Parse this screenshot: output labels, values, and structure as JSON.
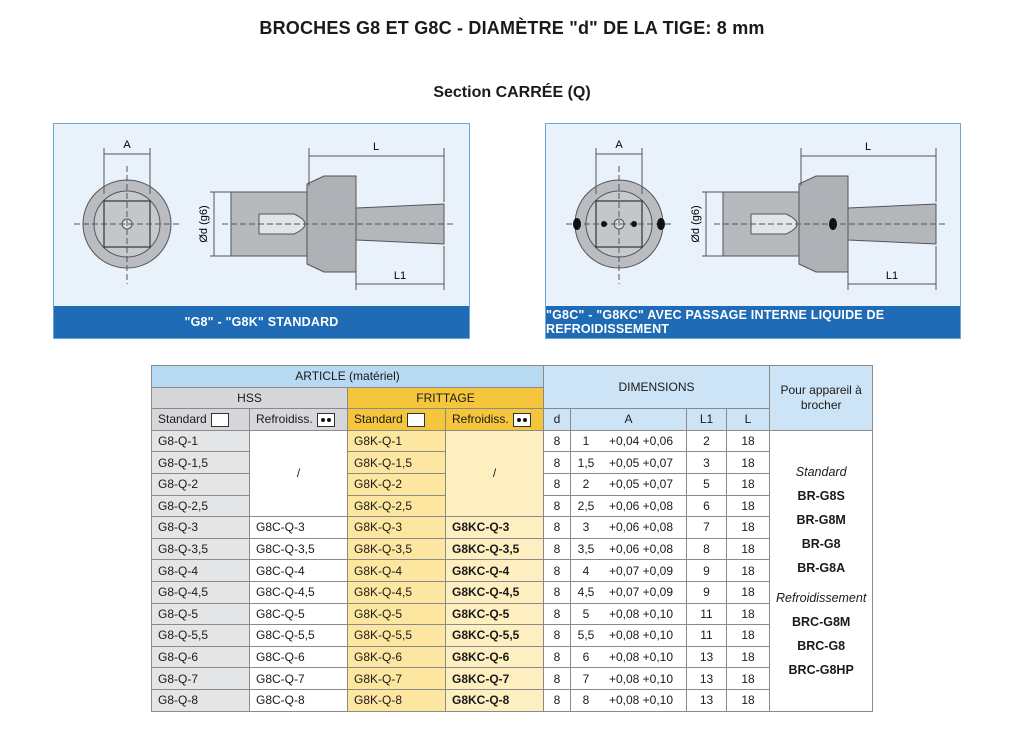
{
  "title": "BROCHES G8 ET G8C - DIAMÈTRE \"d\" DE LA TIGE: 8 mm",
  "subtitle": "Section CARRÉE (Q)",
  "panels": {
    "left": {
      "caption": "\"G8\" - \"G8K\" STANDARD",
      "dim_a": "A",
      "dim_l": "L",
      "dim_l1": "L1",
      "dim_d": "Ød (g6)"
    },
    "right": {
      "caption": "\"G8C\" - \"G8KC\" AVEC PASSAGE INTERNE LIQUIDE DE REFROIDISSEMENT",
      "dim_a": "A",
      "dim_l": "L",
      "dim_l1": "L1",
      "dim_d": "Ød (g6)"
    }
  },
  "table": {
    "header": {
      "article": "ARTICLE (matériel)",
      "hss": "HSS",
      "frittage": "FRITTAGE",
      "dimensions": "DIMENSIONS",
      "appareil": "Pour appareil à brocher",
      "standard": "Standard",
      "refroidiss": "Refroidiss.",
      "d": "d",
      "a": "A",
      "l1": "L1",
      "l": "L"
    },
    "slash": "/",
    "rows": [
      {
        "hss_std": "G8-Q-1",
        "hss_ref": "",
        "fr_std": "G8K-Q-1",
        "fr_ref": "",
        "d": "8",
        "a": "1",
        "tol": "+0,04 +0,06",
        "l1": "2",
        "l": "18"
      },
      {
        "hss_std": "G8-Q-1,5",
        "hss_ref": "",
        "fr_std": "G8K-Q-1,5",
        "fr_ref": "",
        "d": "8",
        "a": "1,5",
        "tol": "+0,05 +0,07",
        "l1": "3",
        "l": "18"
      },
      {
        "hss_std": "G8-Q-2",
        "hss_ref": "",
        "fr_std": "G8K-Q-2",
        "fr_ref": "",
        "d": "8",
        "a": "2",
        "tol": "+0,05 +0,07",
        "l1": "5",
        "l": "18"
      },
      {
        "hss_std": "G8-Q-2,5",
        "hss_ref": "",
        "fr_std": "G8K-Q-2,5",
        "fr_ref": "",
        "d": "8",
        "a": "2,5",
        "tol": "+0,06 +0,08",
        "l1": "6",
        "l": "18"
      },
      {
        "hss_std": "G8-Q-3",
        "hss_ref": "G8C-Q-3",
        "fr_std": "G8K-Q-3",
        "fr_ref": "G8KC-Q-3",
        "d": "8",
        "a": "3",
        "tol": "+0,06 +0,08",
        "l1": "7",
        "l": "18"
      },
      {
        "hss_std": "G8-Q-3,5",
        "hss_ref": "G8C-Q-3,5",
        "fr_std": "G8K-Q-3,5",
        "fr_ref": "G8KC-Q-3,5",
        "d": "8",
        "a": "3,5",
        "tol": "+0,06 +0,08",
        "l1": "8",
        "l": "18"
      },
      {
        "hss_std": "G8-Q-4",
        "hss_ref": "G8C-Q-4",
        "fr_std": "G8K-Q-4",
        "fr_ref": "G8KC-Q-4",
        "d": "8",
        "a": "4",
        "tol": "+0,07 +0,09",
        "l1": "9",
        "l": "18"
      },
      {
        "hss_std": "G8-Q-4,5",
        "hss_ref": "G8C-Q-4,5",
        "fr_std": "G8K-Q-4,5",
        "fr_ref": "G8KC-Q-4,5",
        "d": "8",
        "a": "4,5",
        "tol": "+0,07 +0,09",
        "l1": "9",
        "l": "18"
      },
      {
        "hss_std": "G8-Q-5",
        "hss_ref": "G8C-Q-5",
        "fr_std": "G8K-Q-5",
        "fr_ref": "G8KC-Q-5",
        "d": "8",
        "a": "5",
        "tol": "+0,08 +0,10",
        "l1": "11",
        "l": "18"
      },
      {
        "hss_std": "G8-Q-5,5",
        "hss_ref": "G8C-Q-5,5",
        "fr_std": "G8K-Q-5,5",
        "fr_ref": "G8KC-Q-5,5",
        "d": "8",
        "a": "5,5",
        "tol": "+0,08 +0,10",
        "l1": "11",
        "l": "18"
      },
      {
        "hss_std": "G8-Q-6",
        "hss_ref": "G8C-Q-6",
        "fr_std": "G8K-Q-6",
        "fr_ref": "G8KC-Q-6",
        "d": "8",
        "a": "6",
        "tol": "+0,08 +0,10",
        "l1": "13",
        "l": "18"
      },
      {
        "hss_std": "G8-Q-7",
        "hss_ref": "G8C-Q-7",
        "fr_std": "G8K-Q-7",
        "fr_ref": "G8KC-Q-7",
        "d": "8",
        "a": "7",
        "tol": "+0,08 +0,10",
        "l1": "13",
        "l": "18"
      },
      {
        "hss_std": "G8-Q-8",
        "hss_ref": "G8C-Q-8",
        "fr_std": "G8K-Q-8",
        "fr_ref": "G8KC-Q-8",
        "d": "8",
        "a": "8",
        "tol": "+0,08 +0,10",
        "l1": "13",
        "l": "18"
      }
    ],
    "appareil": {
      "standard_label": "Standard",
      "standard_items": [
        "BR-G8S",
        "BR-G8M",
        "BR-G8",
        "BR-G8A"
      ],
      "refroid_label": "Refroidissement",
      "refroid_items": [
        "BRC-G8M",
        "BRC-G8",
        "BRC-G8HP"
      ]
    }
  }
}
